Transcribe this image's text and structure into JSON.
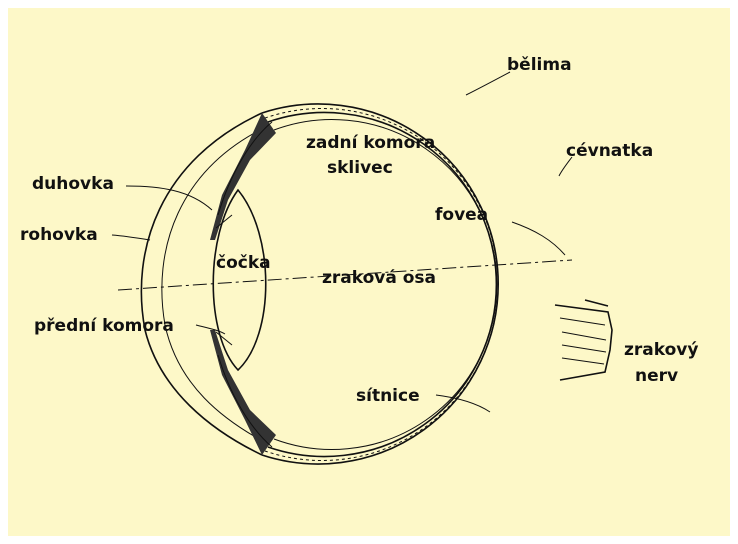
{
  "background_color": "#fdf8c8",
  "labels": {
    "belima": "bělima",
    "cevnatka": "cévnatka",
    "zadni_komora": "zadní komora",
    "sklivec": "sklivec",
    "duhovka": "duhovka",
    "rohovka": "rohovka",
    "fovea": "fovea",
    "cocka": "čočka",
    "zrakova_osa": "zraková osa",
    "predni_komora": "přední komora",
    "zrakovy": "zrakový",
    "nerv": "nerv",
    "sitnice": "sítnice"
  }
}
